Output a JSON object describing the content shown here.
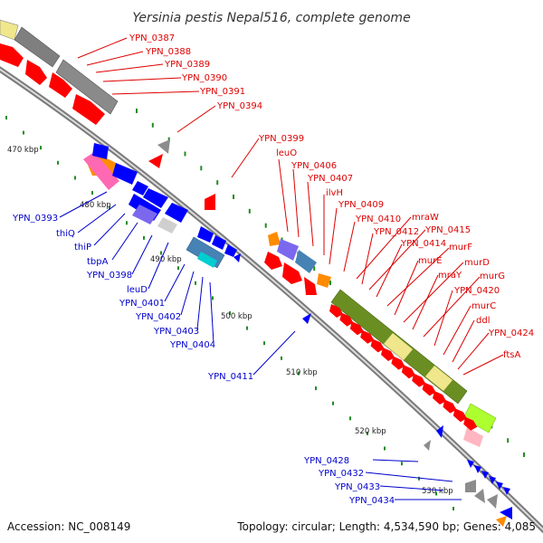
{
  "title": "Yersinia pestis Nepal516, complete genome",
  "accession": "Accession: NC_008149",
  "summary": "Topology: circular; Length: 4,534,590 bp; Genes: 4,085",
  "colors": {
    "forward_label": "#dd0000",
    "reverse_label": "#0000cc",
    "cds": "#ff0000",
    "rev_cds": "#0000ff",
    "backbone": "#888888",
    "tick_dots": "#228b22",
    "olive": "#6b8e23",
    "khaki": "#f0e68c",
    "orange": "#ff8c00",
    "lime": "#adff2f",
    "violet": "#7b68ee",
    "steel": "#4682b4"
  },
  "scale_ticks": [
    "470 kbp",
    "480 kbp",
    "490 kbp",
    "500 kbp",
    "510 kbp",
    "520 kbp",
    "530 kbp"
  ],
  "forward_labels": [
    "YPN_0387",
    "YPN_0388",
    "YPN_0389",
    "YPN_0390",
    "YPN_0391",
    "YPN_0394",
    "YPN_0399",
    "leuO",
    "YPN_0406",
    "YPN_0407",
    "ilvH",
    "YPN_0409",
    "YPN_0410",
    "mraW",
    "YPN_0412",
    "YPN_0415",
    "YPN_0414",
    "murF",
    "murE",
    "murD",
    "mraY",
    "murG",
    "YPN_0420",
    "murC",
    "ddl",
    "YPN_0424",
    "ftsA"
  ],
  "reverse_labels": [
    "YPN_0393",
    "thiQ",
    "thiP",
    "tbpA",
    "YPN_0398",
    "leuD",
    "YPN_0401",
    "YPN_0402",
    "YPN_0403",
    "YPN_0404",
    "YPN_0411",
    "YPN_0428",
    "YPN_0432",
    "YPN_0433",
    "YPN_0434"
  ]
}
